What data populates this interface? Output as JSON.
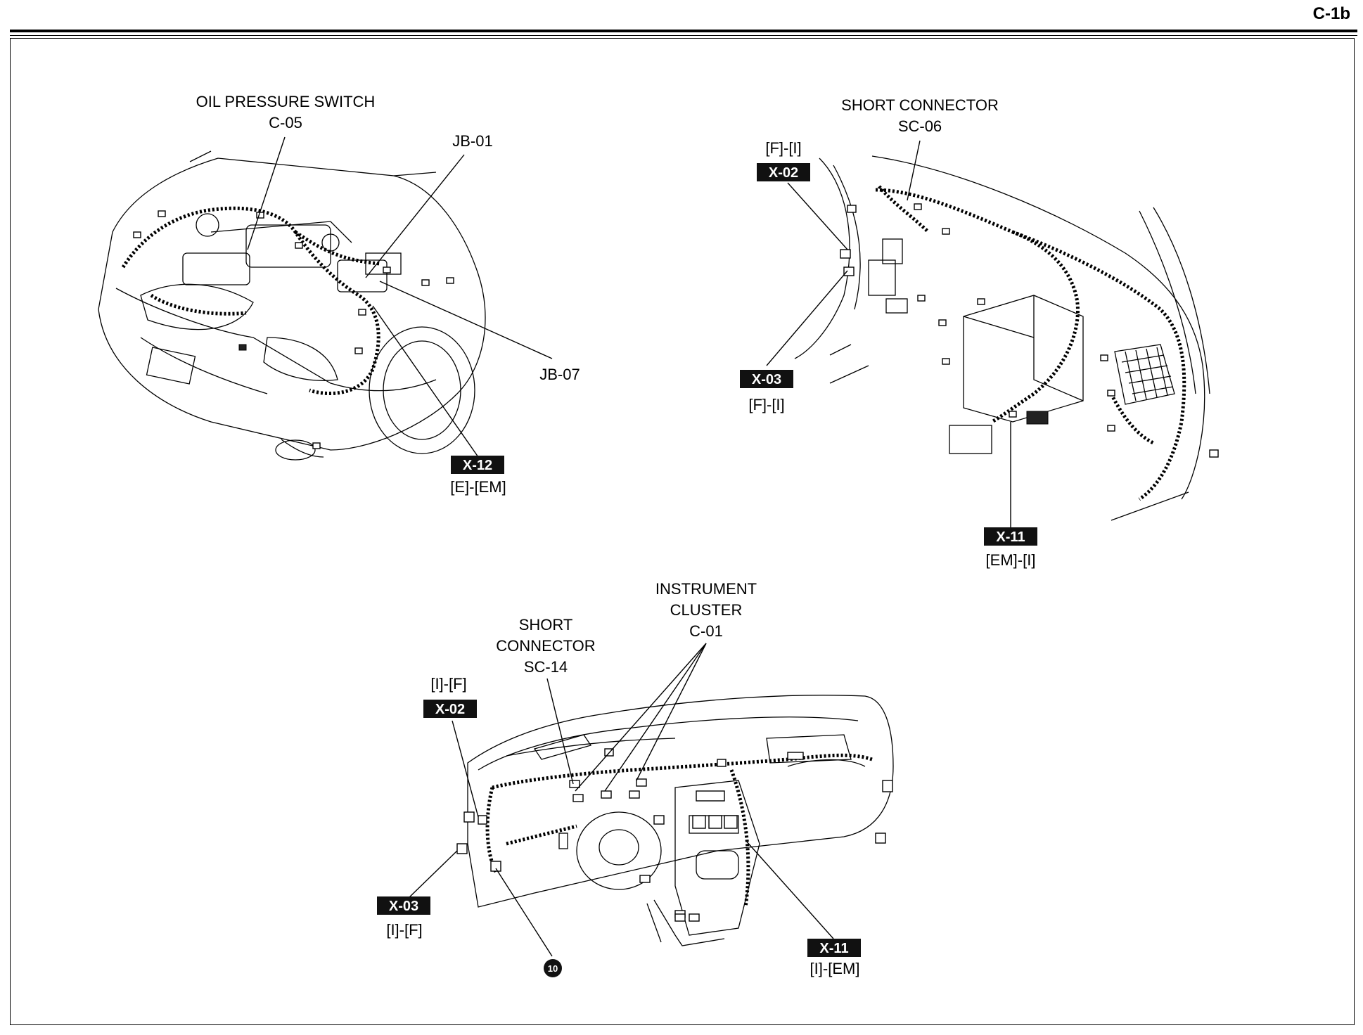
{
  "page_id": "C-1b",
  "engine_view": {
    "oil_pressure_switch": {
      "line1": "OIL PRESSURE SWITCH",
      "line2": "C-05"
    },
    "jb01": "JB-01",
    "jb07": "JB-07",
    "x12": {
      "tag": "X-12",
      "code": "[E]-[EM]"
    }
  },
  "interior_view": {
    "short_connector": {
      "line1": "SHORT CONNECTOR",
      "line2": "SC-06"
    },
    "x02": {
      "tag": "X-02",
      "code": "[F]-[I]"
    },
    "x03": {
      "tag": "X-03",
      "code": "[F]-[I]"
    },
    "x11": {
      "tag": "X-11",
      "code": "[EM]-[I]"
    }
  },
  "dash_view": {
    "instrument_cluster": {
      "line1": "INSTRUMENT",
      "line2": "CLUSTER",
      "line3": "C-01"
    },
    "short_connector": {
      "line1": "SHORT",
      "line2": "CONNECTOR",
      "line3": "SC-14"
    },
    "x02": {
      "tag": "X-02",
      "code": "[I]-[F]"
    },
    "x03": {
      "tag": "X-03",
      "code": "[I]-[F]"
    },
    "x11": {
      "tag": "X-11",
      "code": "[I]-[EM]"
    },
    "ground_marker": "10"
  }
}
